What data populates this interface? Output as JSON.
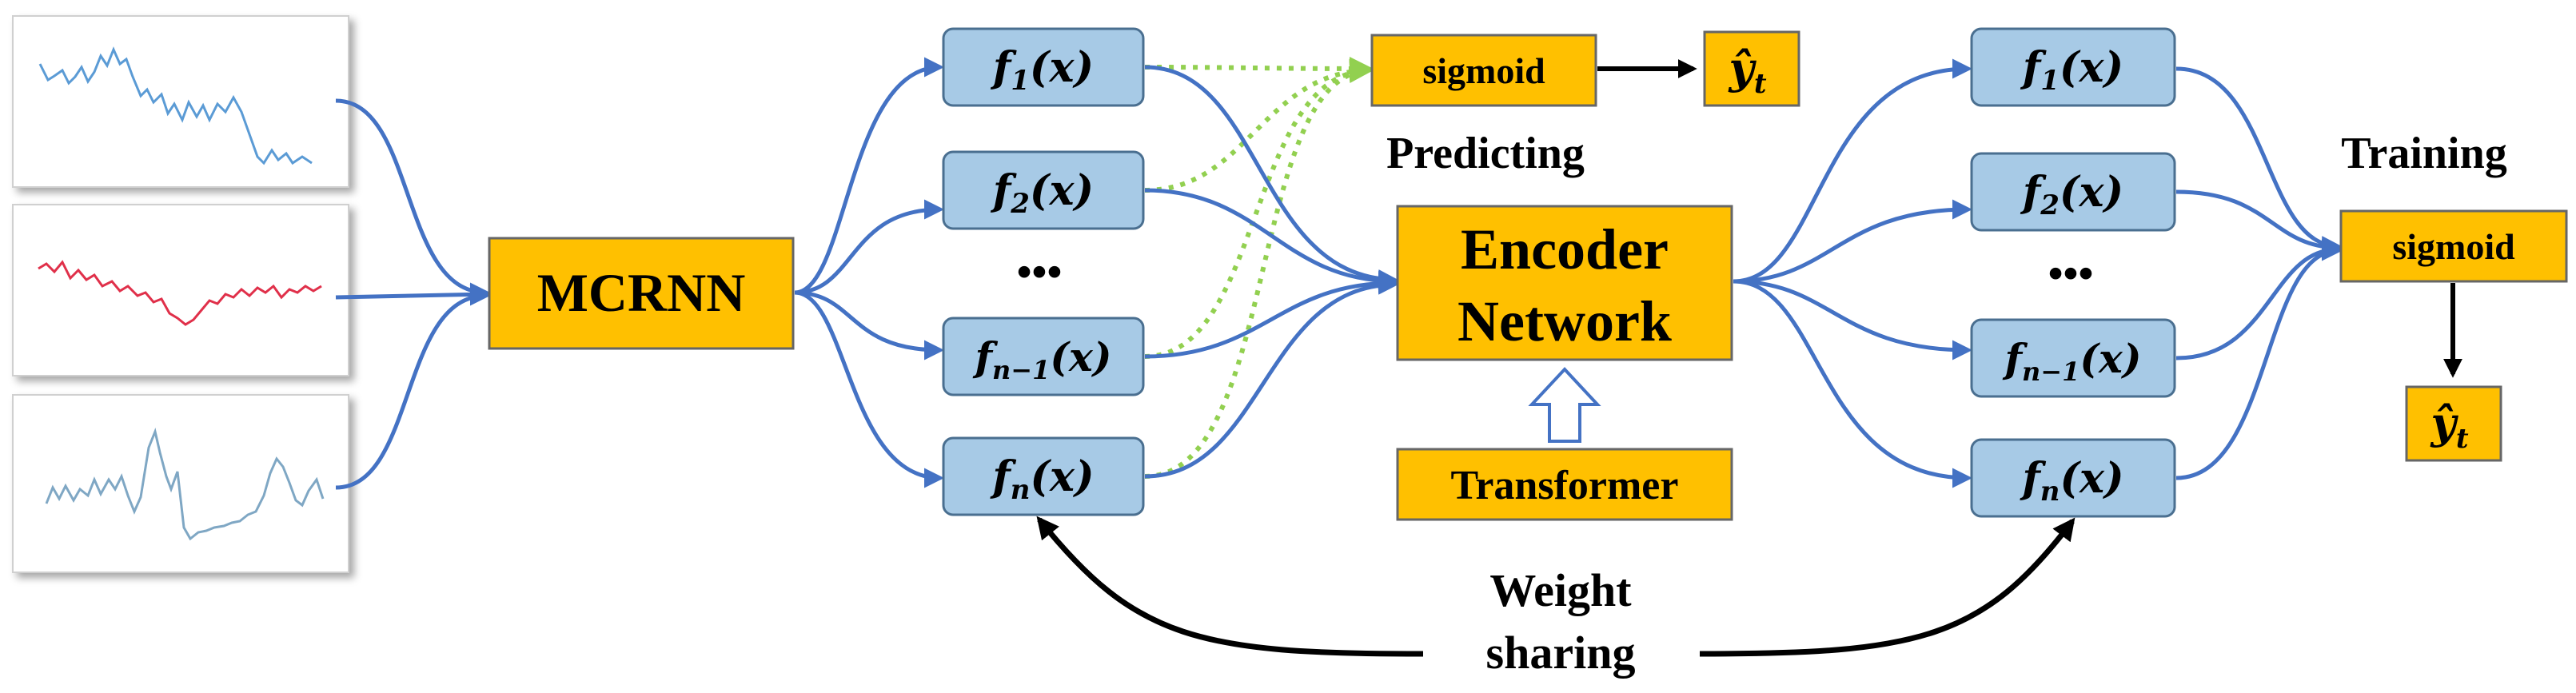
{
  "colors": {
    "orange": "#FFC000",
    "light_blue": "#A7CAE6",
    "blue_arrow": "#4472C4",
    "green_dotted": "#92D050",
    "black": "#000000",
    "series_top": "#5B9BD5",
    "series_mid": "#E0304A",
    "series_bot": "#7FA7C4"
  },
  "labels": {
    "mcrnn": "MCRNN",
    "encoder_line1": "Encoder",
    "encoder_line2": "Network",
    "transformer": "Transformer",
    "sigmoid_pred": "sigmoid",
    "sigmoid_train": "sigmoid",
    "predicting": "Predicting",
    "training": "Training",
    "weight_line1": "Weight",
    "weight_line2": "sharing",
    "dots": "•••"
  },
  "functions": {
    "f": "f",
    "x_paren": "(x)",
    "sub_1": "1",
    "sub_2": "2",
    "sub_n1": "n−1",
    "sub_n": "n"
  },
  "outputs": {
    "y_hat": "ŷ",
    "sub_t": "t"
  },
  "icons": {
    "time_series_thumbnails": "line-chart-icon",
    "hollow_up_arrow": "hollow-up-arrow-icon"
  }
}
